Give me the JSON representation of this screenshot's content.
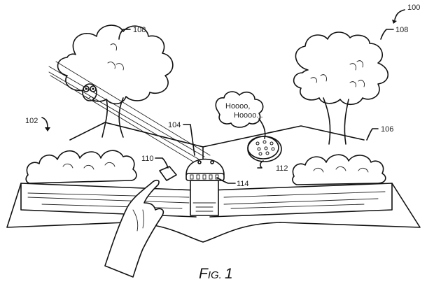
{
  "figure": {
    "caption": "FIG. 1",
    "caption_prefix": "F",
    "caption_small": "IG. ",
    "caption_number": "1"
  },
  "labels": {
    "system": "100",
    "book": "102",
    "projector": "104",
    "scene": "106",
    "tree_left": "108",
    "tree_right": "108",
    "tag": "110",
    "speaker": "112",
    "lens_ring": "114"
  },
  "speech_bubble": {
    "line1": "Hoooo,",
    "line2": "Hoooo..."
  },
  "colors": {
    "ink": "#111111",
    "paper": "#ffffff"
  }
}
